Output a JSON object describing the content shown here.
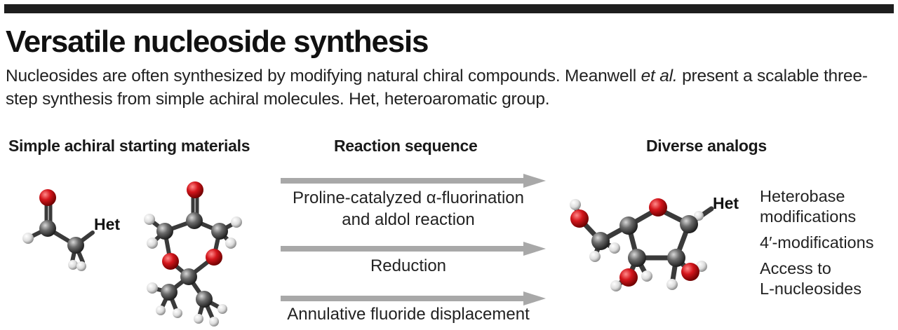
{
  "title": "Versatile nucleoside synthesis",
  "description": {
    "part1": "Nucleosides are often synthesized by modifying natural chiral compounds. Meanwell ",
    "italic": "et al.",
    "part2": " present a scalable three-step synthesis from simple achiral molecules. Het, heteroaromatic group."
  },
  "columns": {
    "starting": "Simple achiral starting materials",
    "sequence": "Reaction sequence",
    "analogs": "Diverse analogs"
  },
  "steps": [
    {
      "line1": "Proline-catalyzed α-fluorination",
      "line2": "and aldol reaction"
    },
    {
      "line1": "Reduction"
    },
    {
      "line1": "Annulative fluoride displacement"
    }
  ],
  "molecule_labels": {
    "het_start": "Het",
    "het_product": "Het"
  },
  "analogs": [
    {
      "line1": "Heterobase",
      "line2": "modifications"
    },
    {
      "line1": "4′-modifications"
    },
    {
      "line1": "Access to",
      "line2": "L-nucleosides"
    }
  ],
  "colors": {
    "carbon": "#5a5a5a",
    "oxygen": "#d4161c",
    "hydrogen": "#e6e6e6",
    "arrow": "#a8a8a8",
    "topbar": "#1e1e1e"
  }
}
